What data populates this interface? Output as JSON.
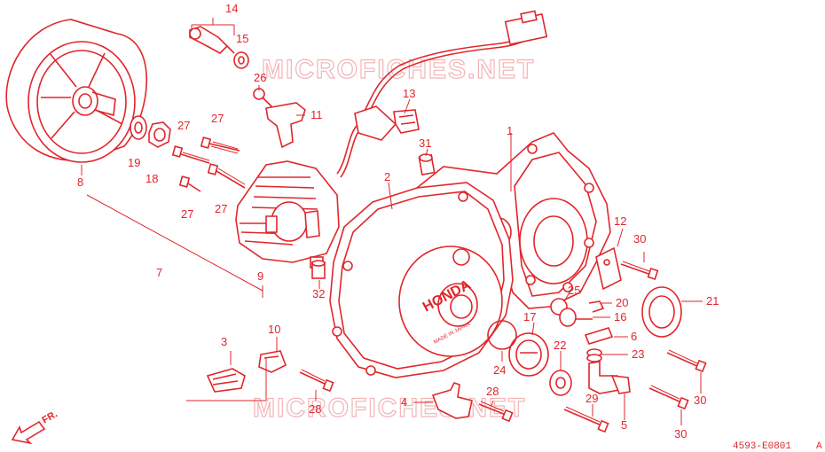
{
  "watermark": "MICROFICHES.NET",
  "drawing_code": "4593-E0801",
  "drawing_code_suffix": "A",
  "direction_label": "FR.",
  "cover_brand": "HONDA",
  "cover_origin": "MADE IN JAPAN",
  "colors": {
    "ink": "#e0262b",
    "watermark": "#f3b4b6",
    "background": "#ffffff"
  },
  "callouts": {
    "c1": "1",
    "c2": "2",
    "c3": "3",
    "c4": "4",
    "c5": "5",
    "c6": "6",
    "c7": "7",
    "c8": "8",
    "c9": "9",
    "c10": "10",
    "c11": "11",
    "c12": "12",
    "c13": "13",
    "c14": "14",
    "c15": "15",
    "c16": "16",
    "c17": "17",
    "c18": "18",
    "c19": "19",
    "c20": "20",
    "c21": "21",
    "c22": "22",
    "c23": "23",
    "c24": "24",
    "c25": "25",
    "c26": "26",
    "c27a": "27",
    "c27b": "27",
    "c27c": "27",
    "c27d": "27",
    "c28a": "28",
    "c28b": "28",
    "c29": "29",
    "c30a": "30",
    "c30b": "30",
    "c30c": "30",
    "c31": "31",
    "c32": "32"
  }
}
